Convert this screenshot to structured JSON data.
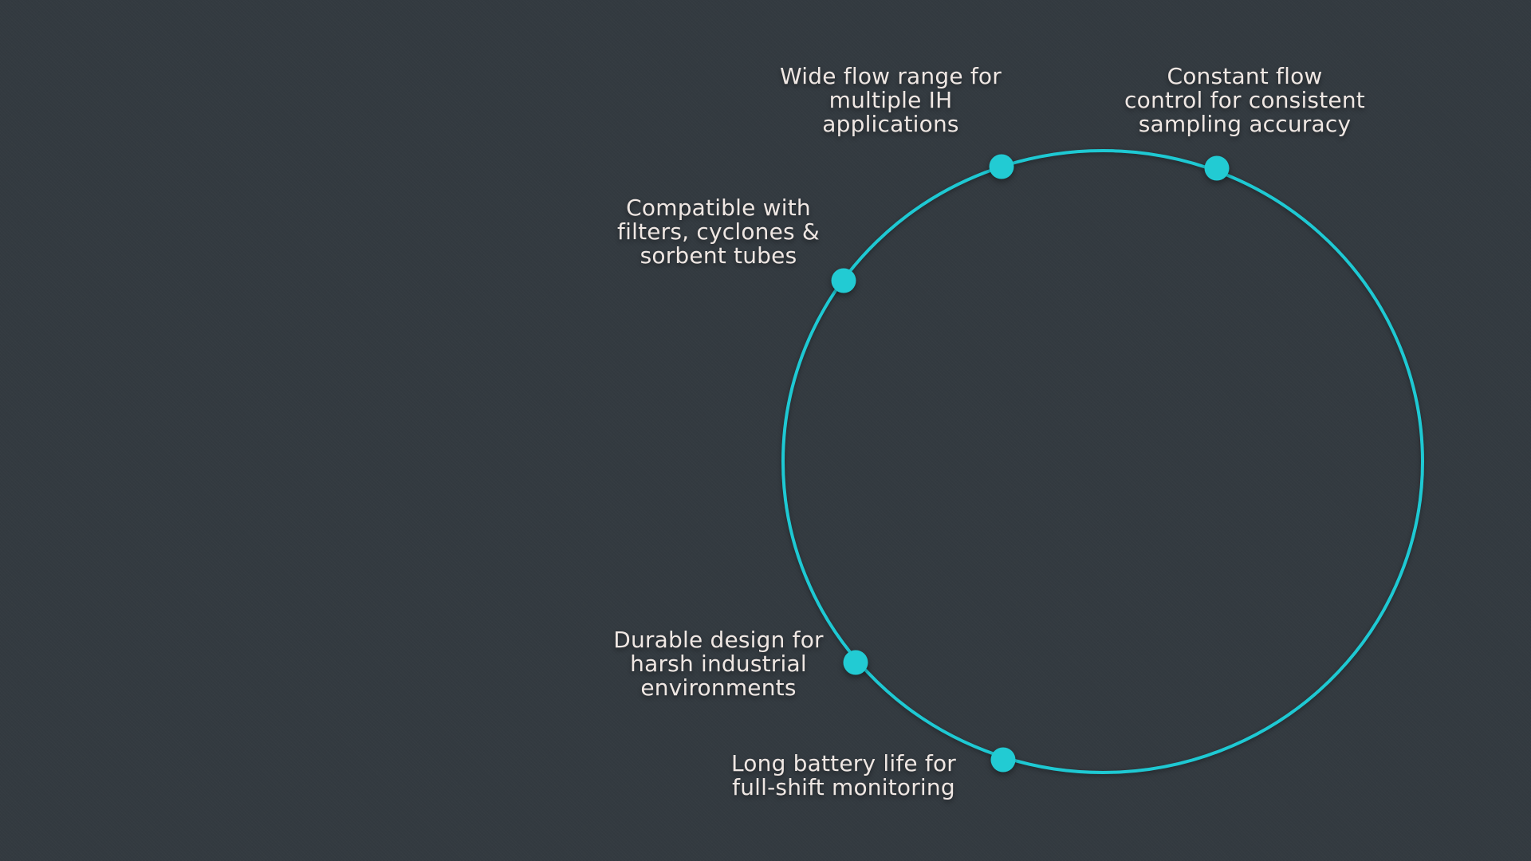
{
  "colors": {
    "background": "#333a40",
    "accent": "#1ec9d3",
    "label_text": "#efe7e3"
  },
  "diagram": {
    "kind": "circular-feature-callouts",
    "features": [
      {
        "id": "wide-flow-range",
        "text": "Wide flow range for\nmultiple IH\napplications"
      },
      {
        "id": "constant-flow-control",
        "text": "Constant flow\ncontrol for consistent\nsampling accuracy"
      },
      {
        "id": "sampling-media-compatibility",
        "text": "Compatible with\nfilters, cyclones &\nsorbent tubes"
      },
      {
        "id": "durable-design",
        "text": "Durable design for\nharsh industrial\nenvironments"
      },
      {
        "id": "long-battery-life",
        "text": "Long battery life for\nfull-shift monitoring"
      }
    ]
  }
}
